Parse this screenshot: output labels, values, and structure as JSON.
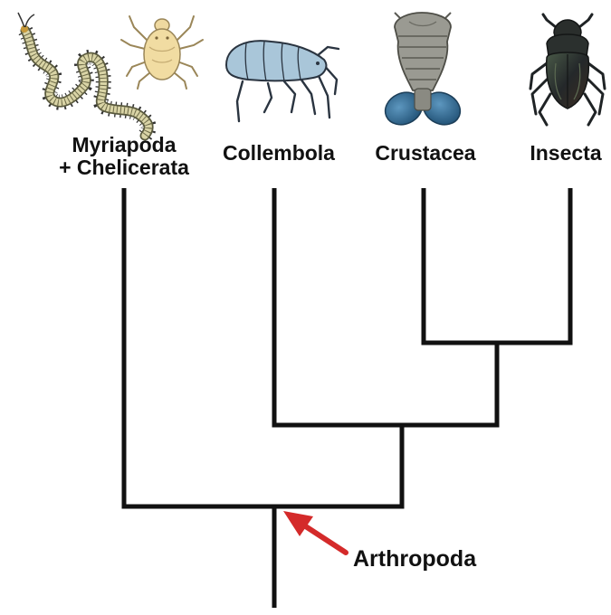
{
  "diagram": {
    "taxa": {
      "myriapoda": {
        "line1": "Myriapoda",
        "line2": "+ Chelicerata"
      },
      "collembola": {
        "label": "Collembola"
      },
      "crustacea": {
        "label": "Crustacea"
      },
      "insecta": {
        "label": "Insecta"
      }
    },
    "node": {
      "label": "Arthropoda"
    },
    "colors": {
      "branch": "#111111",
      "arrow": "#d42a2a",
      "millipede": "#d9d4a6",
      "mite": "#f1dca2",
      "springtail": "#a9c6d9",
      "crustacean_body": "#9a9a92",
      "crustacean_tail": "#2f6f98",
      "beetle": "#24282a"
    },
    "icons": [
      "millipede-icon",
      "mite-icon",
      "springtail-icon",
      "crustacean-icon",
      "beetle-icon"
    ]
  }
}
